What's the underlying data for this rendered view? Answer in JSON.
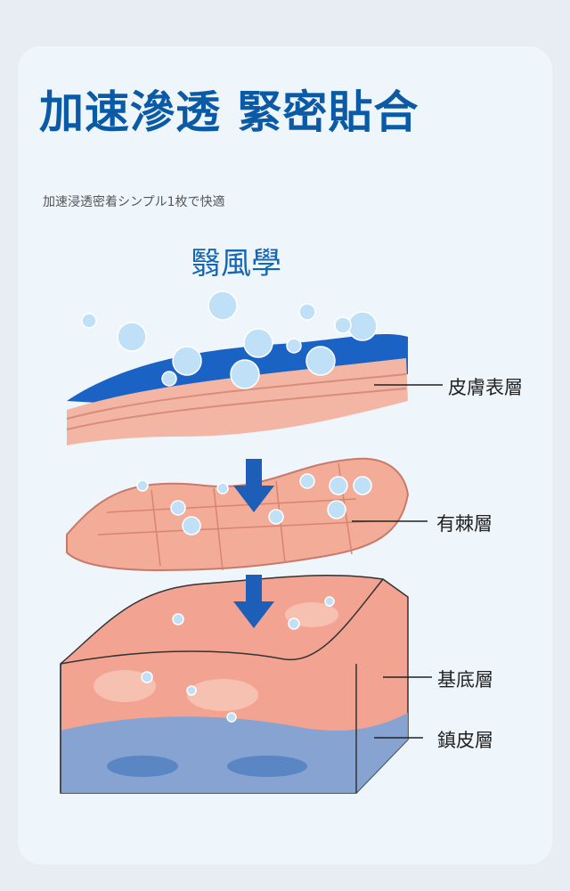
{
  "headline": "加速滲透 緊密貼合",
  "subtitle": "加速浸透密着シンプル1枚で快適",
  "brand": "翳風學",
  "labels": {
    "epidermis": "皮膚表層",
    "spinous": "有棘層",
    "basal": "基底層",
    "dermis": "鎮皮層"
  },
  "colors": {
    "accent": "#0b5aa6",
    "skin": "#f0a593",
    "blue_layer": "#1f6fcf"
  }
}
